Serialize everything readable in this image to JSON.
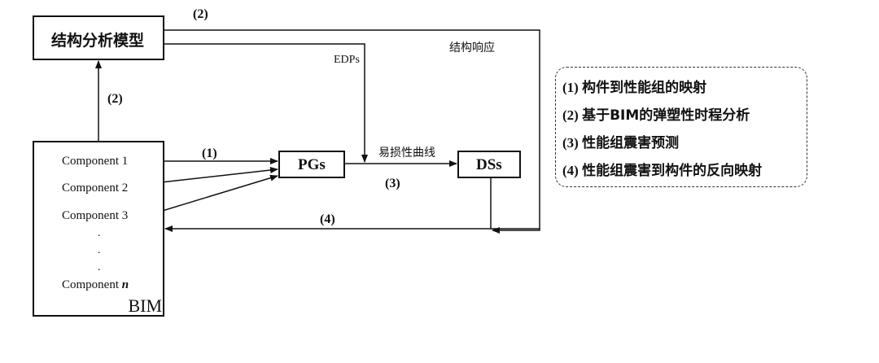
{
  "nodes": {
    "structural_model": "结构分析模型",
    "bim": "BIM",
    "pgs": "PGs",
    "dss": "DSs"
  },
  "components": [
    {
      "prefix": "Component",
      "index": "1"
    },
    {
      "prefix": "Component",
      "index": "2"
    },
    {
      "prefix": "Component",
      "index": "3"
    },
    {
      "prefix": "Component",
      "index": "n"
    }
  ],
  "ellipsis": ".",
  "edge_labels": {
    "step2_top": "(2)",
    "step2_vertical": "(2)",
    "step1": "(1)",
    "step3": "(3)",
    "step4": "(4)",
    "edps": "EDPs",
    "structural_response": "结构响应",
    "fragility_curve": "易损性曲线"
  },
  "legend": [
    {
      "num": "(1)",
      "text": "构件到性能组的映射"
    },
    {
      "num": "(2)",
      "text": "基于BIM的弹塑性时程分析"
    },
    {
      "num": "(3)",
      "text": "性能组震害预测"
    },
    {
      "num": "(4)",
      "text": "性能组震害到构件的反向映射"
    }
  ]
}
